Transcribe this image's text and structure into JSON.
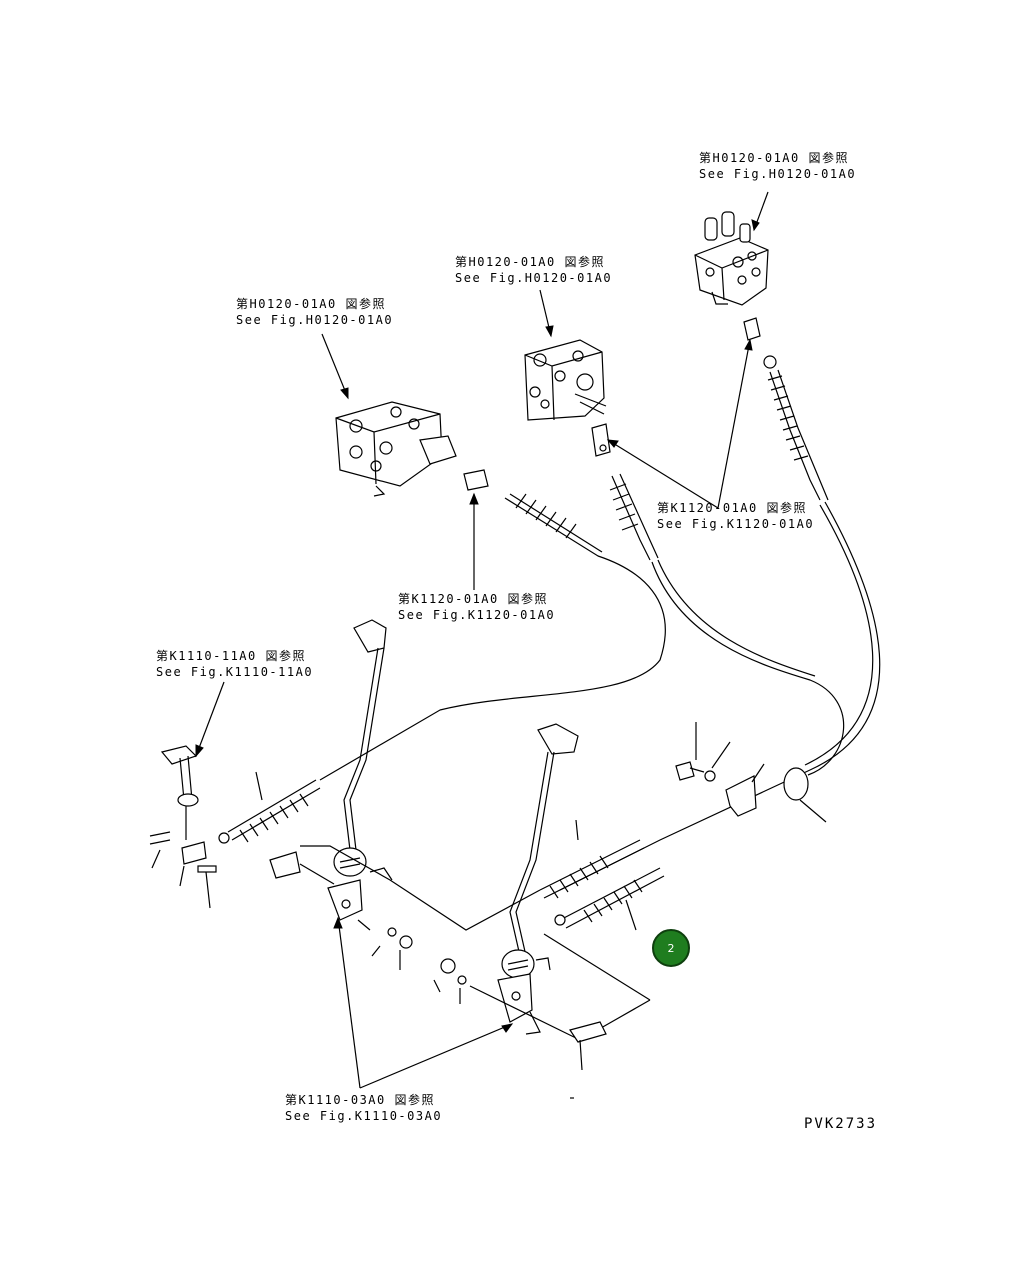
{
  "references": {
    "valve_top_right": {
      "ja": "第H0120-01A0 図参照",
      "en": "See Fig.H0120-01A0"
    },
    "valve_middle": {
      "ja": "第H0120-01A0 図参照",
      "en": "See Fig.H0120-01A0"
    },
    "valve_left": {
      "ja": "第H0120-01A0 図参照",
      "en": "See Fig.H0120-01A0"
    },
    "cable_right": {
      "ja": "第K1120-01A0 図参照",
      "en": "See Fig.K1120-01A0"
    },
    "cable_left": {
      "ja": "第K1120-01A0 図参照",
      "en": "See Fig.K1120-01A0"
    },
    "lever_top_left": {
      "ja": "第K1110-11A0 図参照",
      "en": "See Fig.K1110-11A0"
    },
    "lever_bottom": {
      "ja": "第K1110-03A0 図参照",
      "en": "See Fig.K1110-03A0"
    }
  },
  "figure_code": "PVK2733",
  "callout": {
    "number": "2",
    "color": "#1f7d1f"
  }
}
